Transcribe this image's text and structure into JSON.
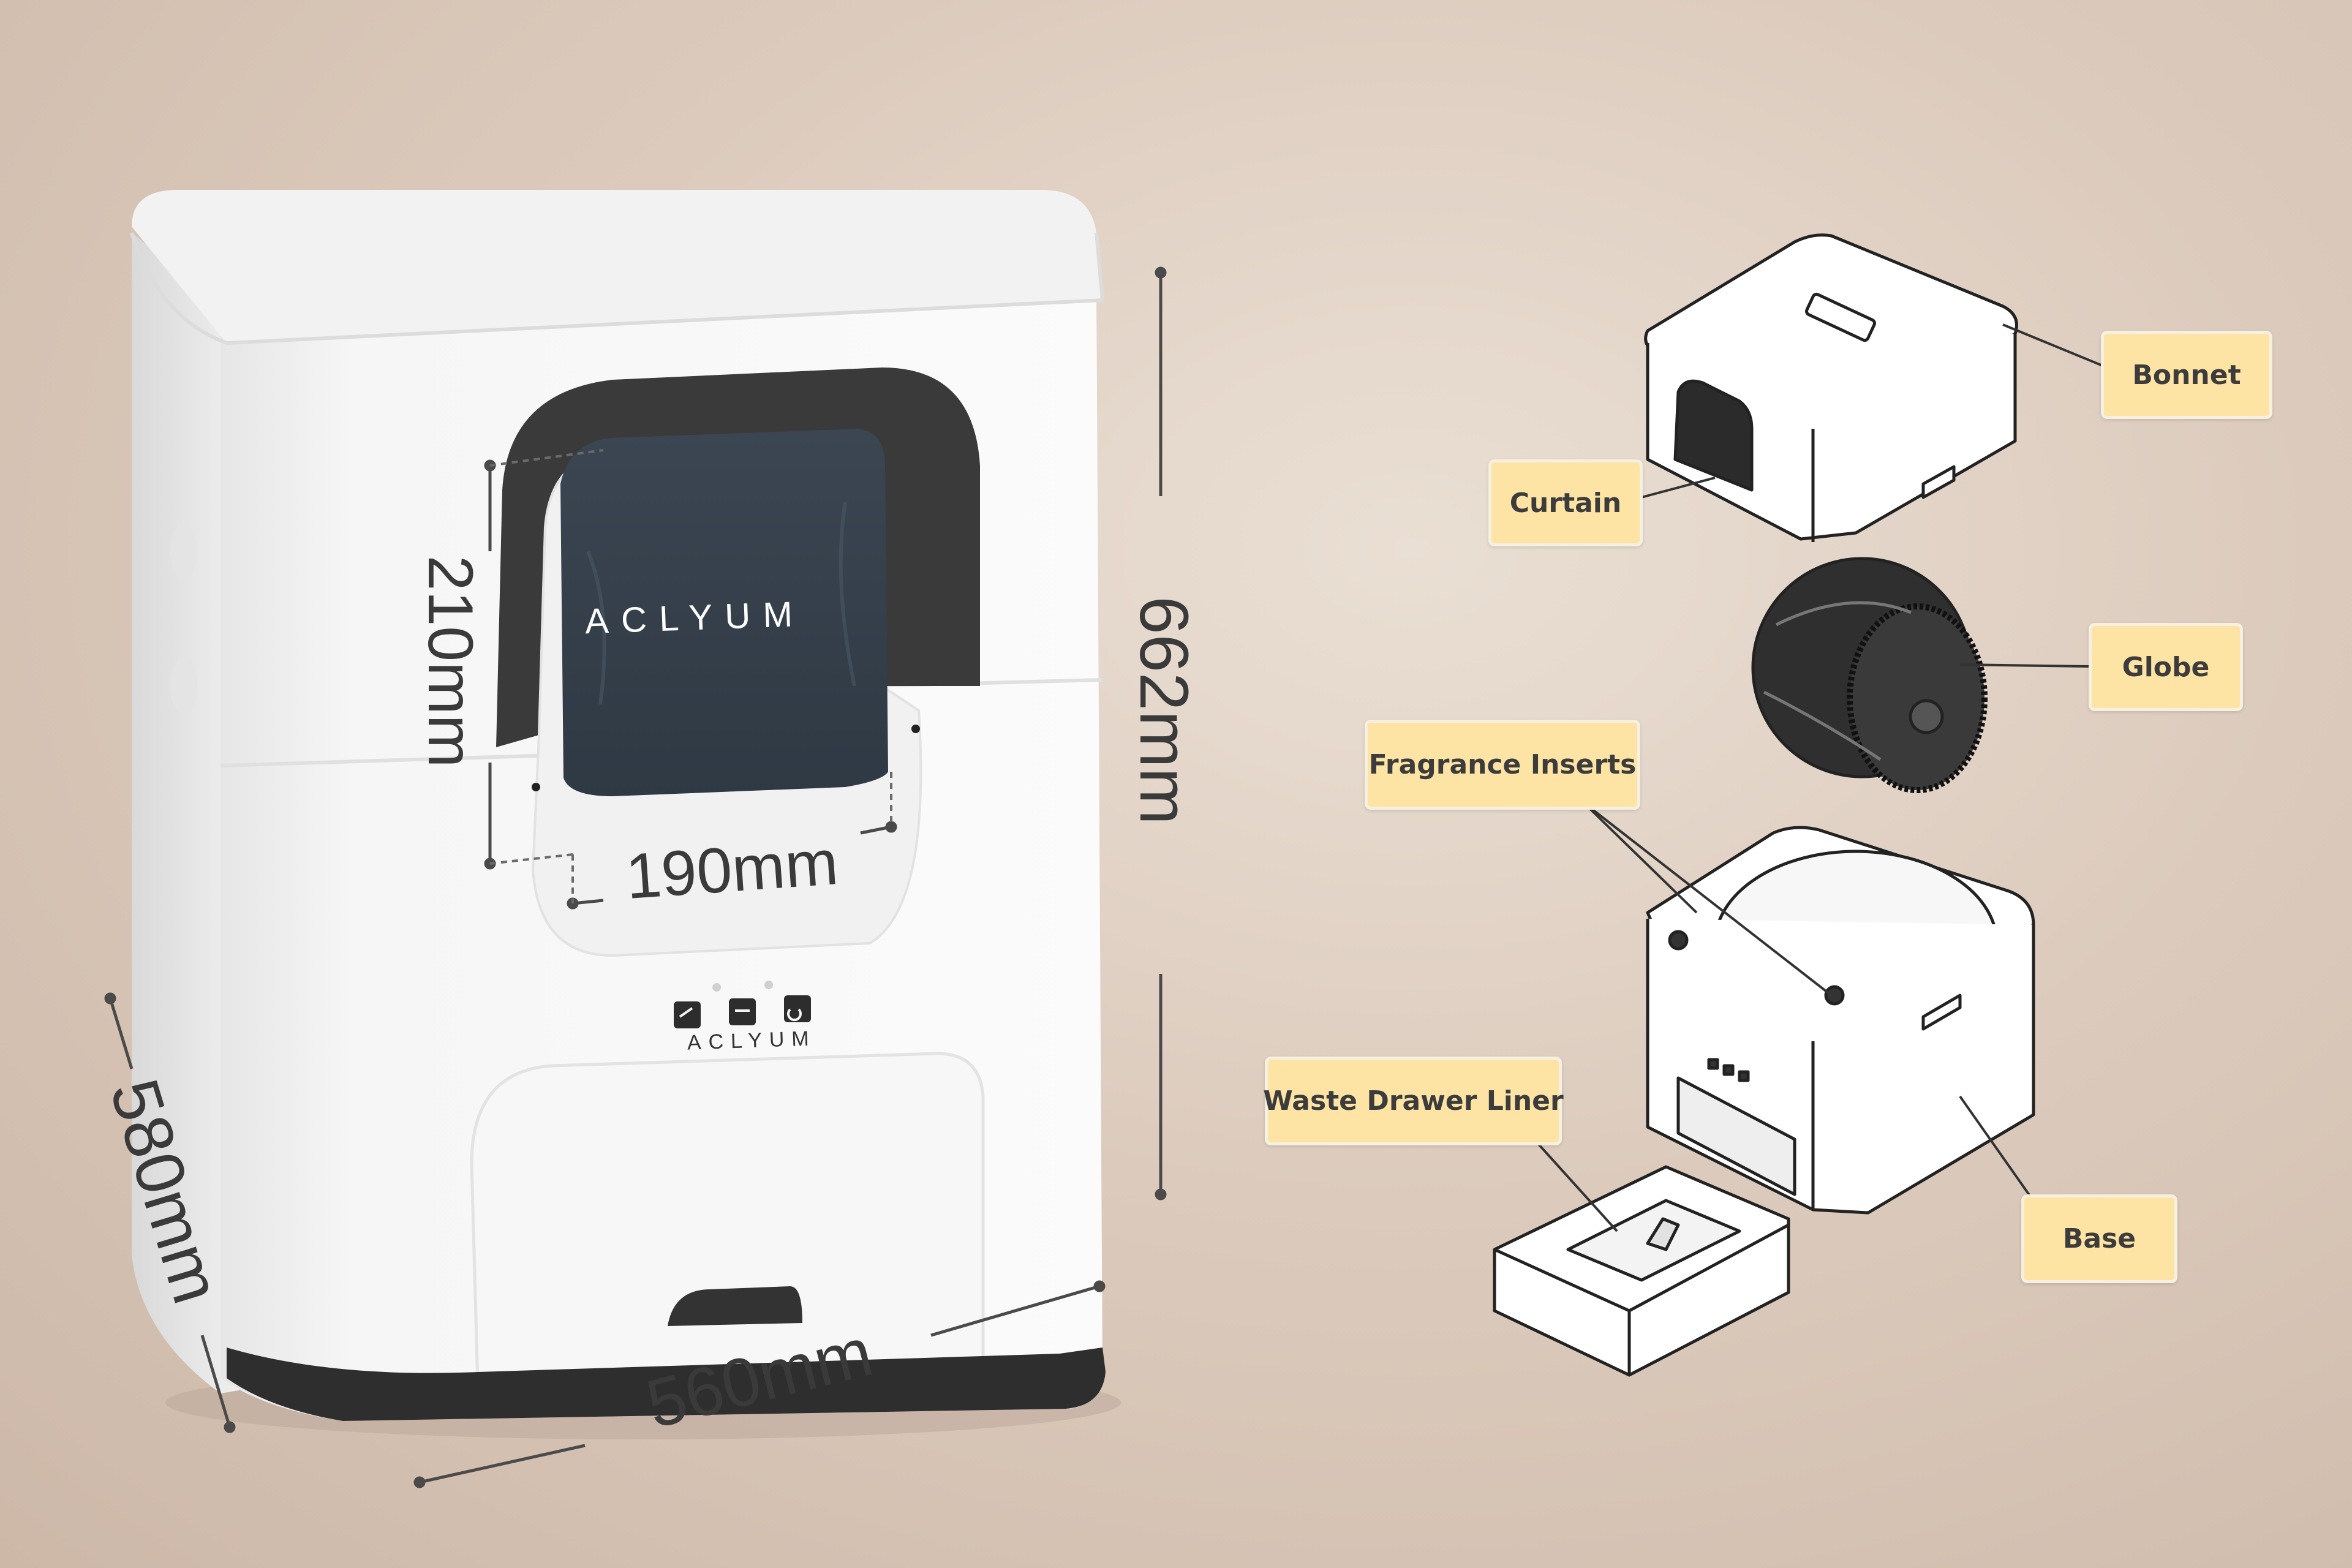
{
  "product": {
    "brand": "ACLYUM"
  },
  "dimensions": {
    "height": "662mm",
    "width": "560mm",
    "depth": "580mm",
    "opening_height": "210mm",
    "opening_width": "190mm"
  },
  "parts": [
    {
      "label": "Bonnet"
    },
    {
      "label": "Curtain"
    },
    {
      "label": "Globe"
    },
    {
      "label": "Fragrance Inserts"
    },
    {
      "label": "Waste Drawer Liner"
    },
    {
      "label": "Base"
    }
  ],
  "panel_icons": [
    "brush-icon",
    "trash-icon",
    "reset-icon"
  ],
  "colors": {
    "callout_fill": "#fde4a4",
    "body_white": "#f5f5f5",
    "curtain": "#3a4550",
    "dimension_text": "#3a3a3a"
  }
}
